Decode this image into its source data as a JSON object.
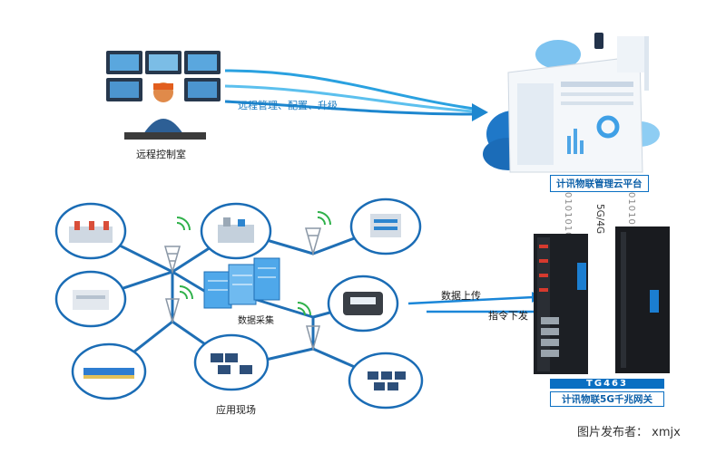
{
  "control_room": {
    "label": "远程控制室"
  },
  "remote_link": {
    "label": "远程管理、配置、升级"
  },
  "cloud": {
    "label": "计讯物联管理云平台",
    "accent": "#0a6fc2"
  },
  "uplink": {
    "tech": "5G/4G",
    "bits": "0101010"
  },
  "hub": {
    "label": "数据采集"
  },
  "site": {
    "label": "应用现场"
  },
  "data_flow": {
    "up_label": "数据上传",
    "down_label": "指令下发"
  },
  "gateway": {
    "model": "TG463",
    "description": "计讯物联5G千兆网关"
  },
  "credit": {
    "text": "图片发布者： xmjx"
  }
}
